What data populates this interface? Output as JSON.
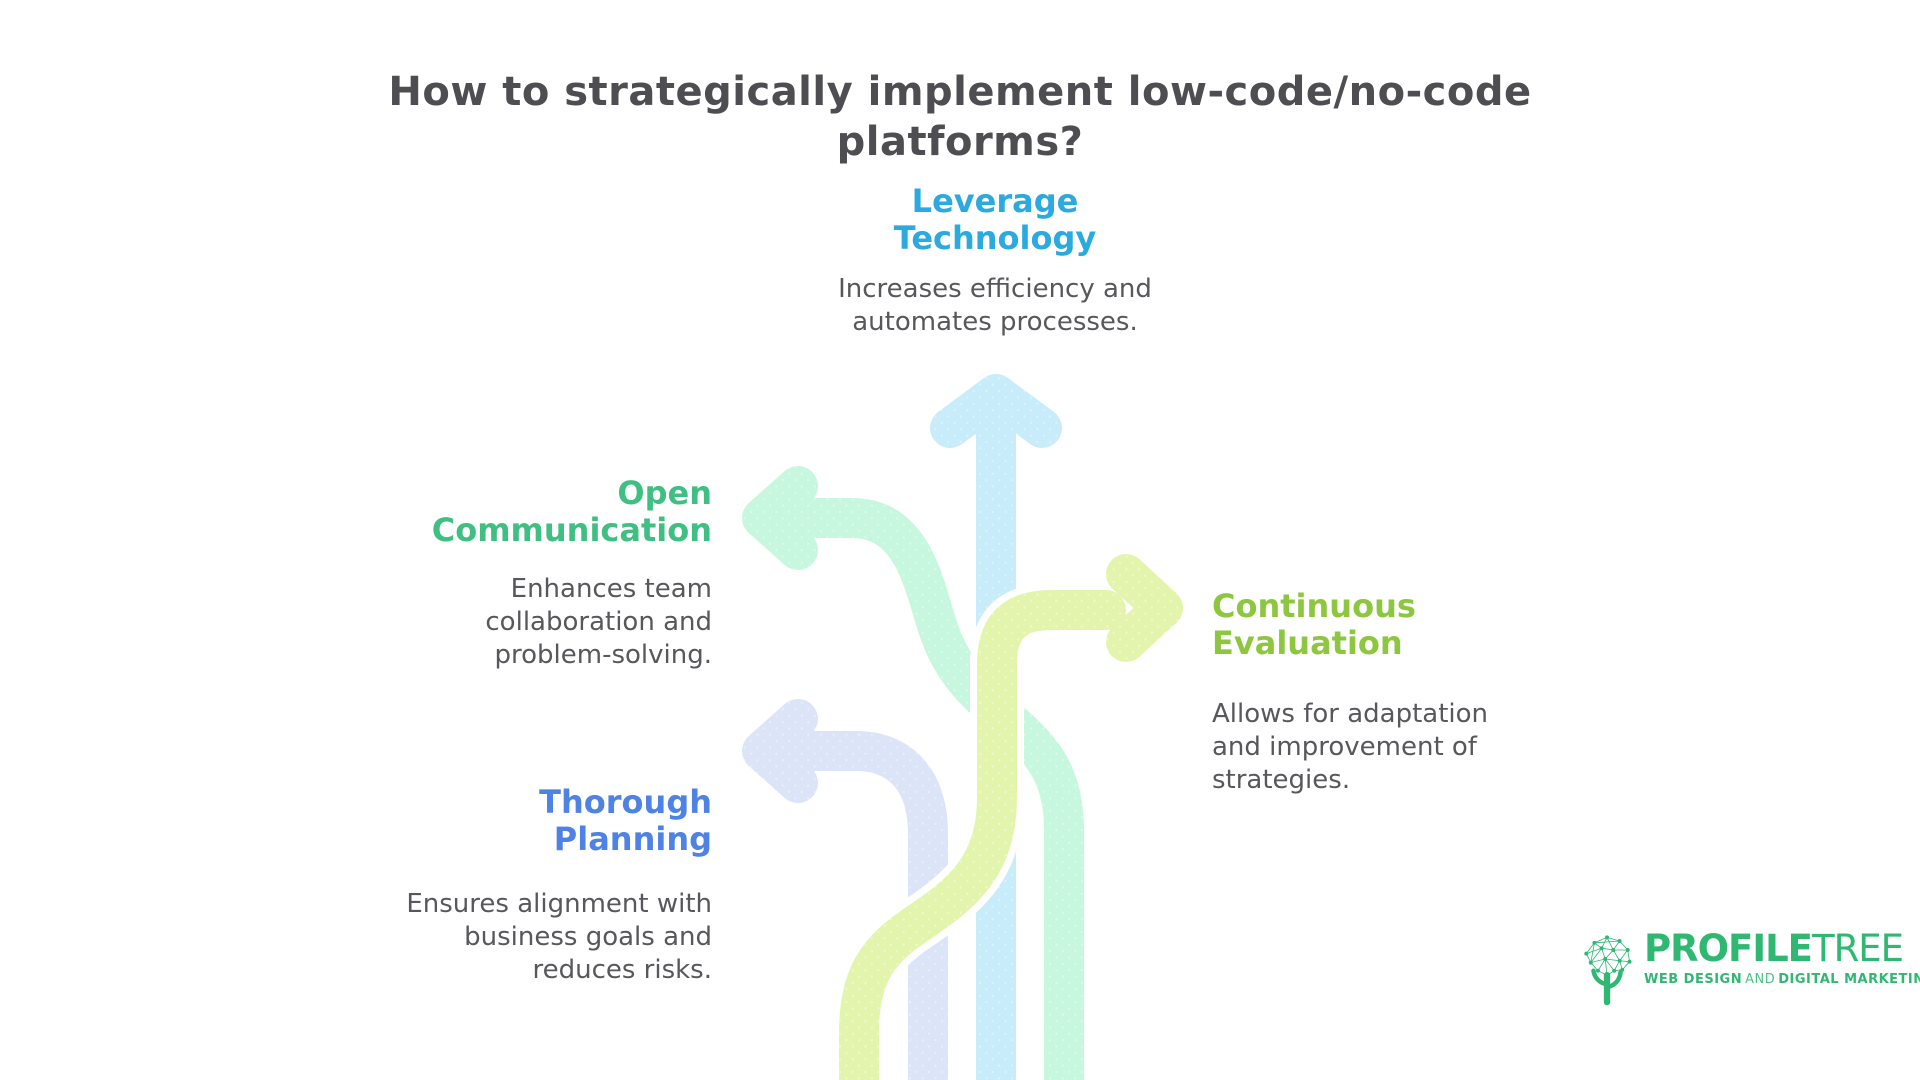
{
  "title": "How to strategically implement low-code/no-code\nplatforms?",
  "title_color": "#4d4d52",
  "text_color": "#58585c",
  "sections": {
    "leverage": {
      "title": "Leverage\nTechnology",
      "description": "Increases efficiency and\nautomates processes.",
      "accent_color": "#2aaade",
      "arrow_color": "#c8ecfa",
      "arrow_direction": "up"
    },
    "open": {
      "title": "Open\nCommunication",
      "description": "Enhances team\ncollaboration and\nproblem-solving.",
      "accent_color": "#3fbf81",
      "arrow_color": "#c7f7de",
      "arrow_direction": "left"
    },
    "evaluation": {
      "title": "Continuous\nEvaluation",
      "description": "Allows for adaptation\nand improvement of\nstrategies.",
      "accent_color": "#8dc63f",
      "arrow_color": "#e3f5ad",
      "arrow_direction": "right"
    },
    "planning": {
      "title": "Thorough\nPlanning",
      "description": "Ensures alignment with\nbusiness goals and\nreduces risks.",
      "accent_color": "#4e82e4",
      "arrow_color": "#dce4f8",
      "arrow_direction": "left"
    }
  },
  "logo": {
    "name_bold": "PROFILE",
    "name_light": "TREE",
    "tagline_strong1": "WEB DESIGN",
    "tagline_mid": "AND",
    "tagline_strong2": "DIGITAL MARKETING",
    "color": "#2eb872"
  }
}
